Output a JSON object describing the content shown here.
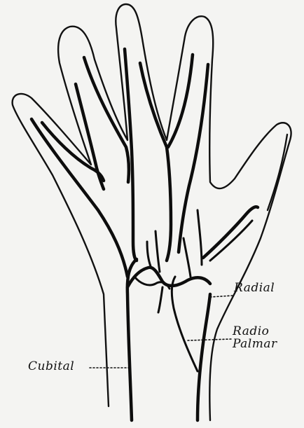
{
  "labels": {
    "radial": "Radial",
    "radio_palmar_line1": "Radio",
    "radio_palmar_line2": "Palmar",
    "cubital": "Cubital"
  }
}
